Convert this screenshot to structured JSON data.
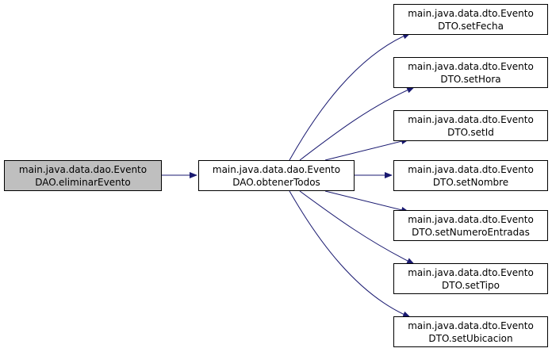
{
  "diagram": {
    "colors": {
      "edge": "#191970",
      "current_fill": "#bfbfbf",
      "node_fill": "#ffffff",
      "border": "#000000"
    },
    "caller": {
      "line1": "main.java.data.dao.Evento",
      "line2": "DAO.eliminarEvento"
    },
    "middle": {
      "line1": "main.java.data.dao.Evento",
      "line2": "DAO.obtenerTodos"
    },
    "callees": [
      {
        "line1": "main.java.data.dto.Evento",
        "line2": "DTO.setFecha"
      },
      {
        "line1": "main.java.data.dto.Evento",
        "line2": "DTO.setHora"
      },
      {
        "line1": "main.java.data.dto.Evento",
        "line2": "DTO.setId"
      },
      {
        "line1": "main.java.data.dto.Evento",
        "line2": "DTO.setNombre"
      },
      {
        "line1": "main.java.data.dto.Evento",
        "line2": "DTO.setNumeroEntradas"
      },
      {
        "line1": "main.java.data.dto.Evento",
        "line2": "DTO.setTipo"
      },
      {
        "line1": "main.java.data.dto.Evento",
        "line2": "DTO.setUbicacion"
      }
    ]
  }
}
